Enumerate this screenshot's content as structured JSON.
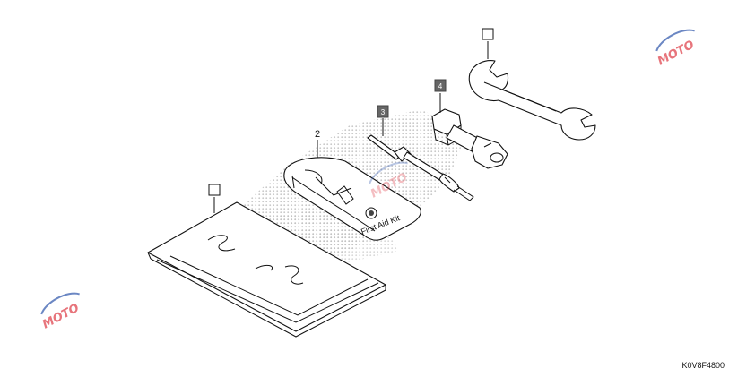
{
  "diagram": {
    "diagram_code": "K0V8F4800",
    "part_labels": {
      "p1": "",
      "p2": "2",
      "p3": "3",
      "p4": "4",
      "p5": ""
    },
    "bag_text": "First Aid Kit",
    "watermark_text": "MOTO",
    "colors": {
      "line": "#111111",
      "dot_pattern": "#bdbdbd",
      "filled_label_box": "#666666",
      "watermark": "#e0464f"
    }
  }
}
